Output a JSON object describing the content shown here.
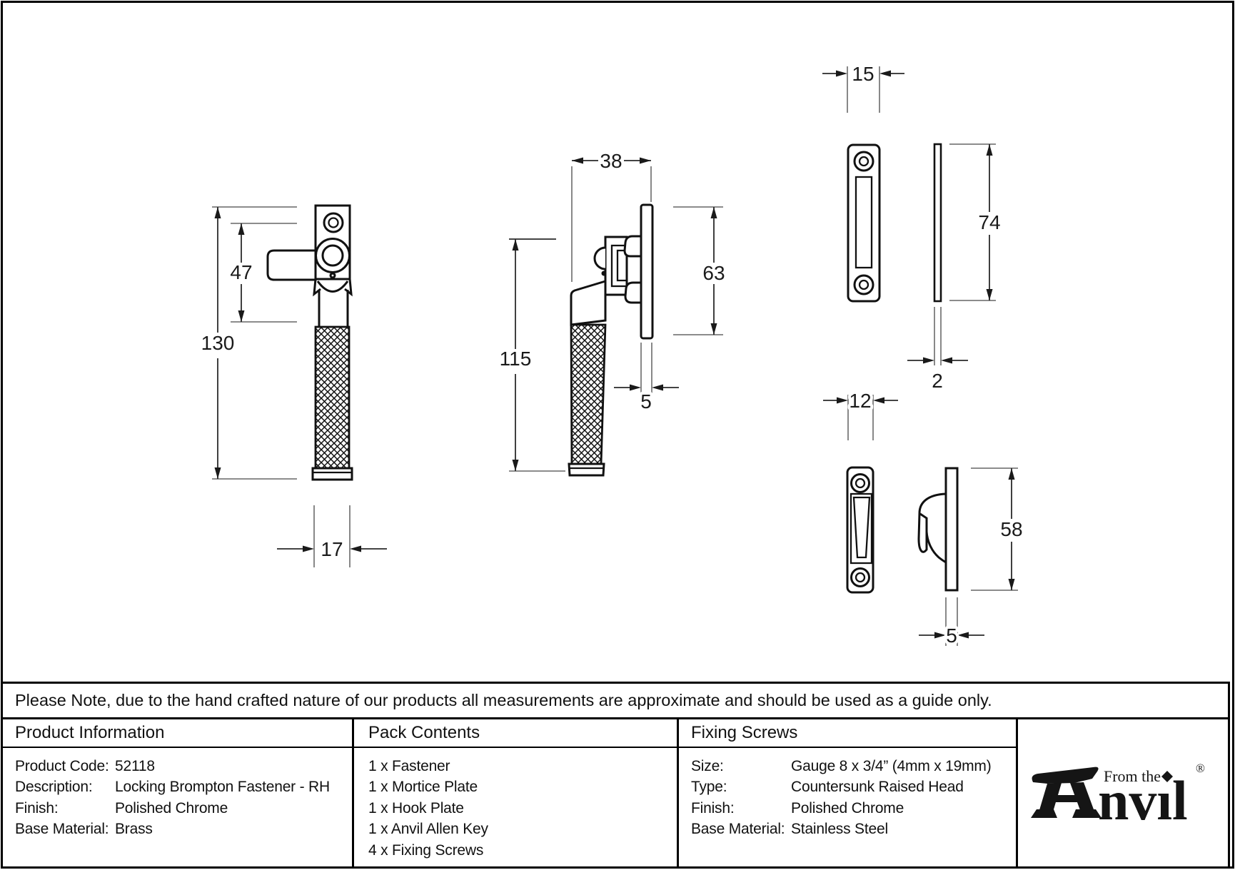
{
  "note": "Please Note, due to the hand crafted nature of our products all measurements are approximate and should be used as a guide only.",
  "dimensions": {
    "fastener_front": {
      "overall_height": "130",
      "head_height": "47",
      "width": "17"
    },
    "fastener_side": {
      "depth": "38",
      "height": "115",
      "plate_height": "63",
      "plate_thickness": "5"
    },
    "mortice_plate": {
      "width": "15",
      "height": "74",
      "thickness": "2"
    },
    "hook_plate": {
      "width": "12",
      "height": "58",
      "thickness": "5"
    }
  },
  "product_information": {
    "header": "Product Information",
    "rows": [
      {
        "label": "Product Code:",
        "value": "52118"
      },
      {
        "label": "Description:",
        "value": "Locking Brompton Fastener - RH"
      },
      {
        "label": "Finish:",
        "value": "Polished Chrome"
      },
      {
        "label": "Base Material:",
        "value": "Brass"
      }
    ]
  },
  "pack_contents": {
    "header": "Pack Contents",
    "items": [
      "1 x Fastener",
      "1 x Mortice Plate",
      "1 x Hook Plate",
      "1 x Anvil Allen Key",
      "4 x Fixing Screws"
    ]
  },
  "fixing_screws": {
    "header": "Fixing Screws",
    "rows": [
      {
        "label": "Size:",
        "value": "Gauge 8 x 3/4” (4mm x 19mm)"
      },
      {
        "label": "Type:",
        "value": "Countersunk Raised Head"
      },
      {
        "label": "Finish:",
        "value": "Polished Chrome"
      },
      {
        "label": "Base Material:",
        "value": "Stainless Steel"
      }
    ]
  },
  "logo": {
    "tagline": "From the",
    "brand": "Anvil",
    "brand_tail": "nvıl",
    "registered": "®"
  },
  "colors": {
    "line": "#1a1a1a",
    "extension": "#7b7b7b",
    "background": "#ffffff"
  }
}
